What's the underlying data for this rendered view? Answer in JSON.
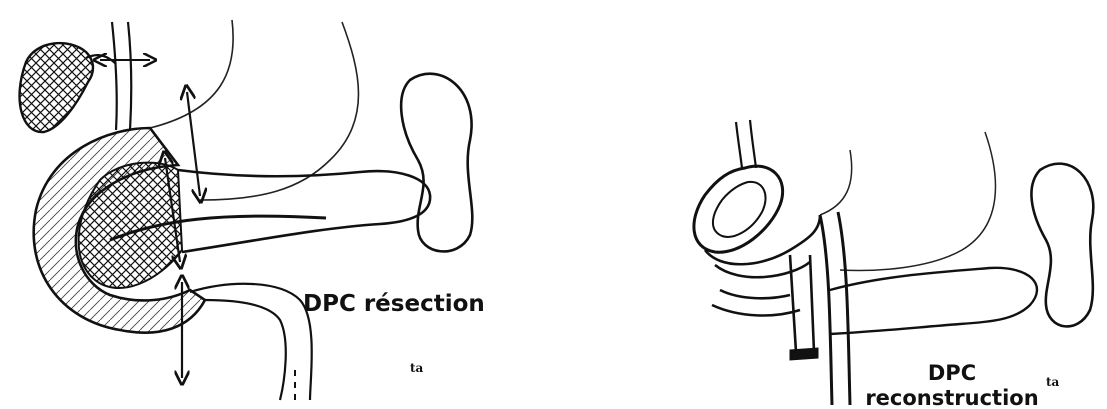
{
  "panels": {
    "resection": {
      "caption": "DPC résection",
      "initials": "ta"
    },
    "reconstruction": {
      "caption_line1": "DPC",
      "caption_line2": "reconstruction",
      "initials": "ta"
    }
  }
}
